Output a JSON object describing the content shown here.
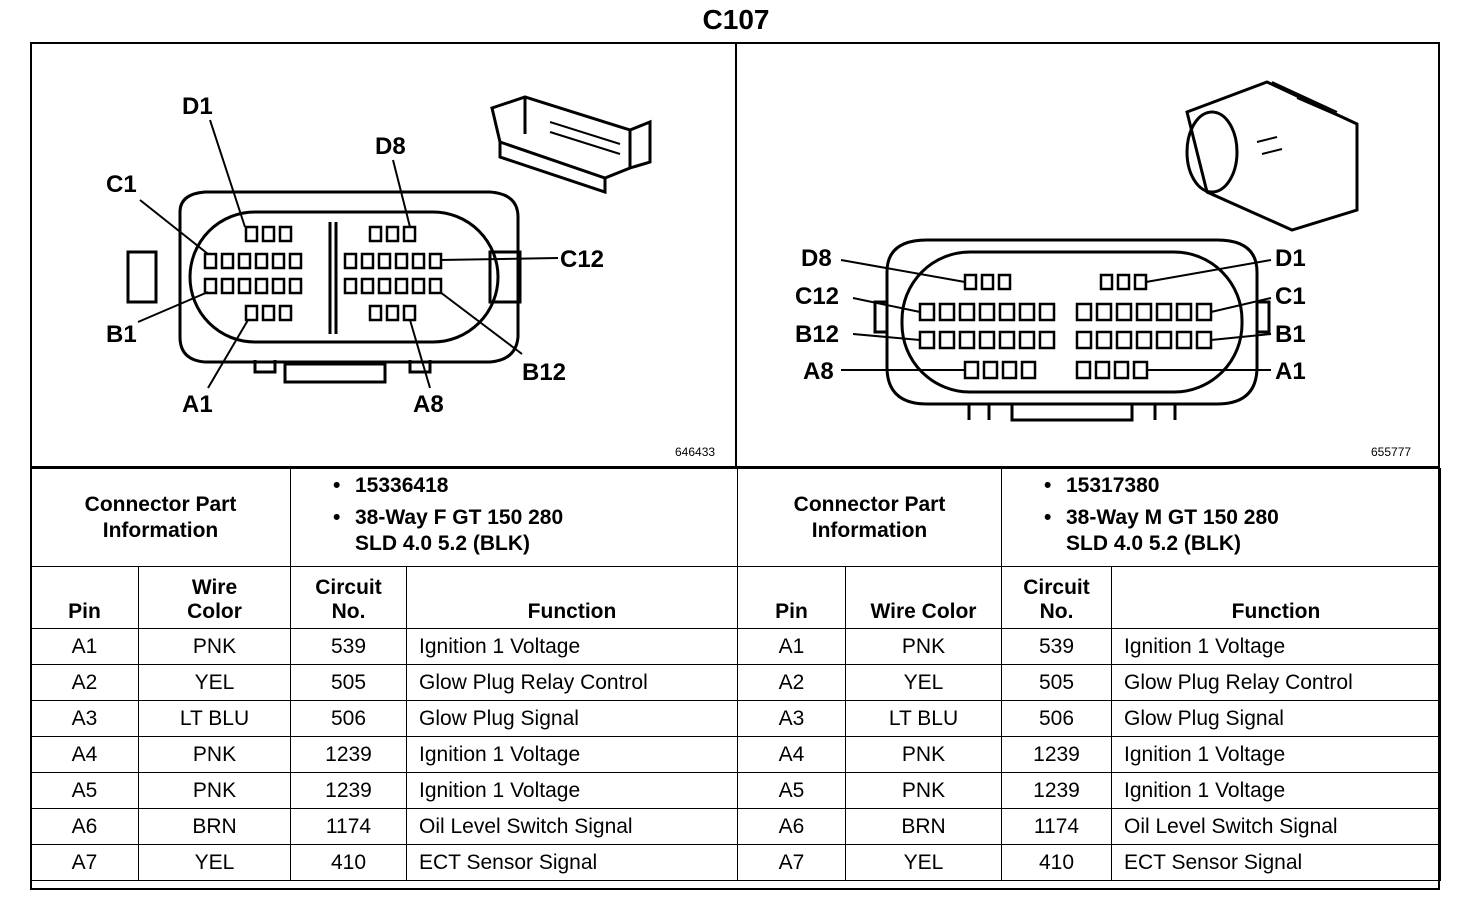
{
  "title": "C107",
  "left": {
    "figure_number": "646433",
    "labels": {
      "d1": "D1",
      "d8": "D8",
      "c1": "C1",
      "c12": "C12",
      "b1": "B1",
      "b12": "B12",
      "a1": "A1",
      "a8": "A8"
    },
    "connector_part_label_1": "Connector Part",
    "connector_part_label_2": "Information",
    "part_number": "15336418",
    "description_line1": "38-Way F GT 150 280",
    "description_line2": "SLD 4.0 5.2 (BLK)"
  },
  "right": {
    "figure_number": "655777",
    "labels": {
      "d8": "D8",
      "d1": "D1",
      "c12": "C12",
      "c1": "C1",
      "b12": "B12",
      "b1": "B1",
      "a8": "A8",
      "a1": "A1"
    },
    "connector_part_label_1": "Connector Part",
    "connector_part_label_2": "Information",
    "part_number": "15317380",
    "description_line1": "38-Way M GT 150 280",
    "description_line2": "SLD 4.0 5.2 (BLK)"
  },
  "headers": {
    "pin": "Pin",
    "wire_color_1": "Wire",
    "wire_color_2": "Color",
    "wire_color_right": "Wire Color",
    "circuit_1": "Circuit",
    "circuit_2": "No.",
    "function": "Function"
  },
  "rows": [
    {
      "pin": "A1",
      "color": "PNK",
      "circuit": "539",
      "function": "Ignition 1 Voltage"
    },
    {
      "pin": "A2",
      "color": "YEL",
      "circuit": "505",
      "function": "Glow Plug Relay Control"
    },
    {
      "pin": "A3",
      "color": "LT BLU",
      "circuit": "506",
      "function": "Glow Plug Signal"
    },
    {
      "pin": "A4",
      "color": "PNK",
      "circuit": "1239",
      "function": "Ignition 1 Voltage"
    },
    {
      "pin": "A5",
      "color": "PNK",
      "circuit": "1239",
      "function": "Ignition 1 Voltage"
    },
    {
      "pin": "A6",
      "color": "BRN",
      "circuit": "1174",
      "function": "Oil Level Switch Signal"
    },
    {
      "pin": "A7",
      "color": "YEL",
      "circuit": "410",
      "function": "ECT Sensor Signal"
    }
  ]
}
